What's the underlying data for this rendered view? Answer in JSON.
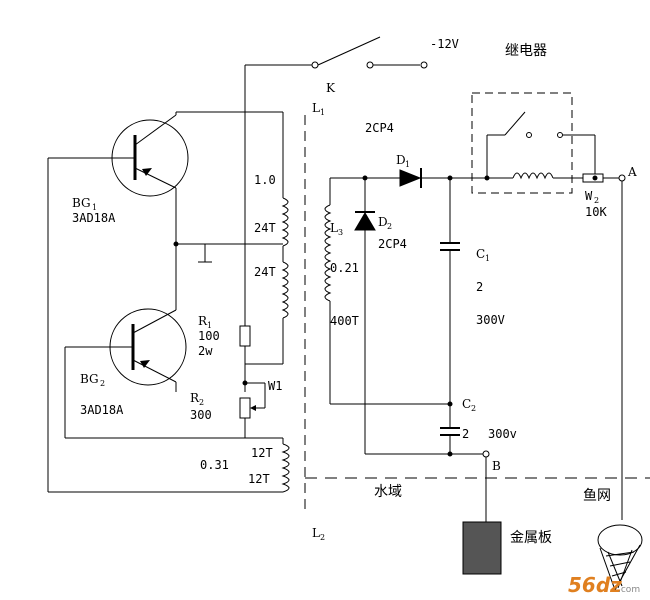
{
  "labels": {
    "supply": "-12V",
    "relay": "继电器",
    "switch_k": "K",
    "l1": "L",
    "l1_sub": "1",
    "l2": "L",
    "l2_sub": "2",
    "l3": "L",
    "l3_sub": "3",
    "diode_type_top": "2CP4",
    "d1": "D",
    "d1_sub": "1",
    "d2": "D",
    "d2_sub": "2",
    "diode_type_d2": "2CP4",
    "bg1": "BG",
    "bg1_sub": "1",
    "bg1_type": "3AD18A",
    "bg2": "BG",
    "bg2_sub": "2",
    "bg2_type": "3AD18A",
    "r1": "R",
    "r1_sub": "1",
    "r1_val": "100",
    "r1_pow": "2w",
    "r2": "R",
    "r2_sub": "2",
    "r2_val": "300",
    "w1": "W1",
    "w2": "W",
    "w2_sub": "2",
    "w2_val": "10K",
    "wire_10": "1.0",
    "turns_24a": "24T",
    "turns_24b": "24T",
    "wire_021": "0.21",
    "turns_400": "400T",
    "wire_031": "0.31",
    "turns_12a": "12T",
    "turns_12b": "12T",
    "c1": "C",
    "c1_sub": "1",
    "c1_val": "2",
    "c1_volt": "300V",
    "c2": "C",
    "c2_sub": "2",
    "c2_val": "2",
    "c2_volt": "300v",
    "node_a": "A",
    "node_b": "B",
    "water": "水域",
    "fishnet": "鱼网",
    "metal_plate": "金属板",
    "watermark": "56dz",
    "watermark_url": ".com"
  }
}
